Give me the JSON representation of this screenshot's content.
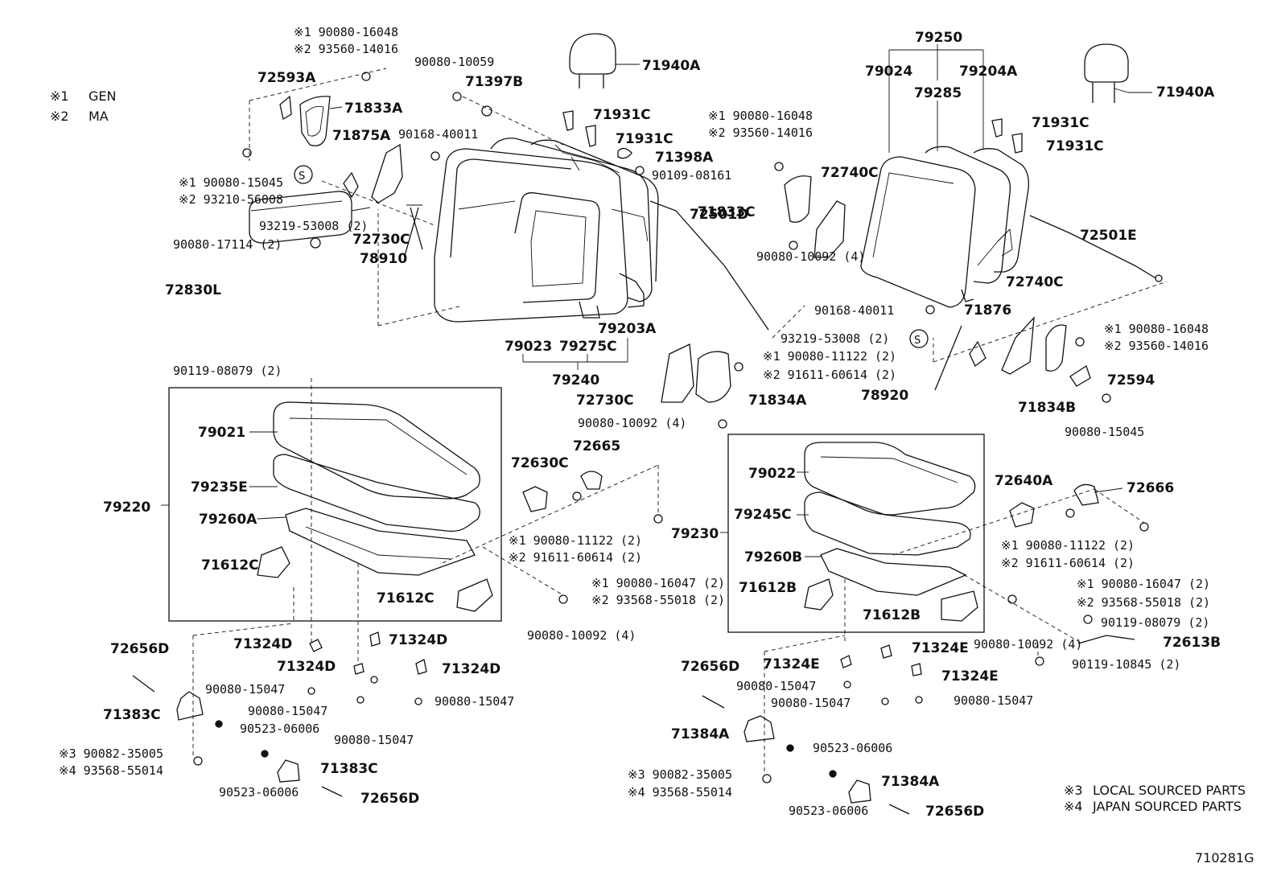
{
  "diagram_id": "710281G",
  "legend_notes": [
    {
      "mark": "※1",
      "text": "GEN"
    },
    {
      "mark": "※2",
      "text": "MA"
    },
    {
      "mark": "※3",
      "text": "LOCAL SOURCED PARTS"
    },
    {
      "mark": "※4",
      "text": "JAPAN SOURCED PARTS"
    }
  ],
  "parts": [
    {
      "id": "p1",
      "num": "※1 90080-16048"
    },
    {
      "id": "p2",
      "num": "※2 93560-14016"
    },
    {
      "id": "p3",
      "num": "90080-10059"
    },
    {
      "id": "p4",
      "num": "72593A"
    },
    {
      "id": "p5",
      "num": "71397B"
    },
    {
      "id": "p6",
      "num": "71940A"
    },
    {
      "id": "p7",
      "num": "71833A"
    },
    {
      "id": "p8",
      "num": "71875A"
    },
    {
      "id": "p9",
      "num": "90168-40011"
    },
    {
      "id": "p10",
      "num": "71931C"
    },
    {
      "id": "p11",
      "num": "71931C"
    },
    {
      "id": "p12",
      "num": "71398A"
    },
    {
      "id": "p13",
      "num": "90109-08161"
    },
    {
      "id": "p14",
      "num": "※1 90080-15045"
    },
    {
      "id": "p15",
      "num": "※2 93210-56008"
    },
    {
      "id": "p16",
      "num": "93219-53008 (2)"
    },
    {
      "id": "p17",
      "num": "72730C"
    },
    {
      "id": "p18",
      "num": "90080-17114 (2)"
    },
    {
      "id": "p19",
      "num": "78910"
    },
    {
      "id": "p20",
      "num": "72830L"
    },
    {
      "id": "p21",
      "num": "79023"
    },
    {
      "id": "p22",
      "num": "79275C"
    },
    {
      "id": "p23",
      "num": "79203A"
    },
    {
      "id": "p24",
      "num": "79240"
    },
    {
      "id": "p25",
      "num": "72501D"
    },
    {
      "id": "p26",
      "num": "※1 90080-16048"
    },
    {
      "id": "p27",
      "num": "※2 93560-14016"
    },
    {
      "id": "p28",
      "num": "72740C"
    },
    {
      "id": "p29",
      "num": "71833C"
    },
    {
      "id": "p30",
      "num": "90080-10092 (4)"
    },
    {
      "id": "p31",
      "num": "79250"
    },
    {
      "id": "p32",
      "num": "79024"
    },
    {
      "id": "p33",
      "num": "79204A"
    },
    {
      "id": "p34",
      "num": "79285"
    },
    {
      "id": "p35",
      "num": "71940A"
    },
    {
      "id": "p36",
      "num": "71931C"
    },
    {
      "id": "p37",
      "num": "71931C"
    },
    {
      "id": "p38",
      "num": "72501E"
    },
    {
      "id": "p39",
      "num": "72740C"
    },
    {
      "id": "p40",
      "num": "90168-40011"
    },
    {
      "id": "p41",
      "num": "71876"
    },
    {
      "id": "p42",
      "num": "93219-53008 (2)"
    },
    {
      "id": "p43",
      "num": "※1 90080-11122 (2)"
    },
    {
      "id": "p44",
      "num": "※2 91611-60614 (2)"
    },
    {
      "id": "p45",
      "num": "78920"
    },
    {
      "id": "p46",
      "num": "71834A"
    },
    {
      "id": "p47",
      "num": "72730C"
    },
    {
      "id": "p48",
      "num": "90080-10092 (4)"
    },
    {
      "id": "p49",
      "num": "※1 90080-16048"
    },
    {
      "id": "p50",
      "num": "※2 93560-14016"
    },
    {
      "id": "p51",
      "num": "72594"
    },
    {
      "id": "p52",
      "num": "71834B"
    },
    {
      "id": "p53",
      "num": "90080-15045"
    },
    {
      "id": "p54",
      "num": "90119-08079 (2)"
    },
    {
      "id": "p55",
      "num": "79021"
    },
    {
      "id": "p56",
      "num": "79235E"
    },
    {
      "id": "p57",
      "num": "79220"
    },
    {
      "id": "p58",
      "num": "79260A"
    },
    {
      "id": "p59",
      "num": "71612C"
    },
    {
      "id": "p60",
      "num": "71612C"
    },
    {
      "id": "p61",
      "num": "72630C"
    },
    {
      "id": "p62",
      "num": "72665"
    },
    {
      "id": "p63",
      "num": "※1 90080-11122 (2)"
    },
    {
      "id": "p64",
      "num": "※2 91611-60614 (2)"
    },
    {
      "id": "p65",
      "num": "※1 90080-16047 (2)"
    },
    {
      "id": "p66",
      "num": "※2 93568-55018 (2)"
    },
    {
      "id": "p67",
      "num": "90080-10092 (4)"
    },
    {
      "id": "p68",
      "num": "79230"
    },
    {
      "id": "p69",
      "num": "79022"
    },
    {
      "id": "p70",
      "num": "79245C"
    },
    {
      "id": "p71",
      "num": "79260B"
    },
    {
      "id": "p72",
      "num": "71612B"
    },
    {
      "id": "p73",
      "num": "71612B"
    },
    {
      "id": "p74",
      "num": "72640A"
    },
    {
      "id": "p75",
      "num": "72666"
    },
    {
      "id": "p76",
      "num": "※1 90080-11122 (2)"
    },
    {
      "id": "p77",
      "num": "※2 91611-60614 (2)"
    },
    {
      "id": "p78",
      "num": "※1 90080-16047 (2)"
    },
    {
      "id": "p79",
      "num": "※2 93568-55018 (2)"
    },
    {
      "id": "p80",
      "num": "90119-08079 (2)"
    },
    {
      "id": "p81",
      "num": "72613B"
    },
    {
      "id": "p82",
      "num": "90080-10092 (4)"
    },
    {
      "id": "p83",
      "num": "90119-10845 (2)"
    },
    {
      "id": "p84",
      "num": "72656D"
    },
    {
      "id": "p85",
      "num": "71324D"
    },
    {
      "id": "p86",
      "num": "71324D"
    },
    {
      "id": "p87",
      "num": "71324D"
    },
    {
      "id": "p88",
      "num": "71324D"
    },
    {
      "id": "p89",
      "num": "90080-15047"
    },
    {
      "id": "p90",
      "num": "90080-15047"
    },
    {
      "id": "p91",
      "num": "90080-15047"
    },
    {
      "id": "p92",
      "num": "90080-15047"
    },
    {
      "id": "p93",
      "num": "71383C"
    },
    {
      "id": "p94",
      "num": "90523-06006"
    },
    {
      "id": "p95",
      "num": "※3 90082-35005"
    },
    {
      "id": "p96",
      "num": "※4 93568-55014"
    },
    {
      "id": "p97",
      "num": "71383C"
    },
    {
      "id": "p98",
      "num": "90523-06006"
    },
    {
      "id": "p99",
      "num": "72656D"
    },
    {
      "id": "p100",
      "num": "72656D"
    },
    {
      "id": "p101",
      "num": "71324E"
    },
    {
      "id": "p102",
      "num": "71324E"
    },
    {
      "id": "p103",
      "num": "71324E"
    },
    {
      "id": "p104",
      "num": "90080-15047"
    },
    {
      "id": "p105",
      "num": "90080-15047"
    },
    {
      "id": "p106",
      "num": "90080-15047"
    },
    {
      "id": "p107",
      "num": "71384A"
    },
    {
      "id": "p108",
      "num": "90523-06006"
    },
    {
      "id": "p109",
      "num": "※3 90082-35005"
    },
    {
      "id": "p110",
      "num": "※4 93568-55014"
    },
    {
      "id": "p111",
      "num": "71384A"
    },
    {
      "id": "p112",
      "num": "90523-06006"
    },
    {
      "id": "p113",
      "num": "72656D"
    }
  ]
}
